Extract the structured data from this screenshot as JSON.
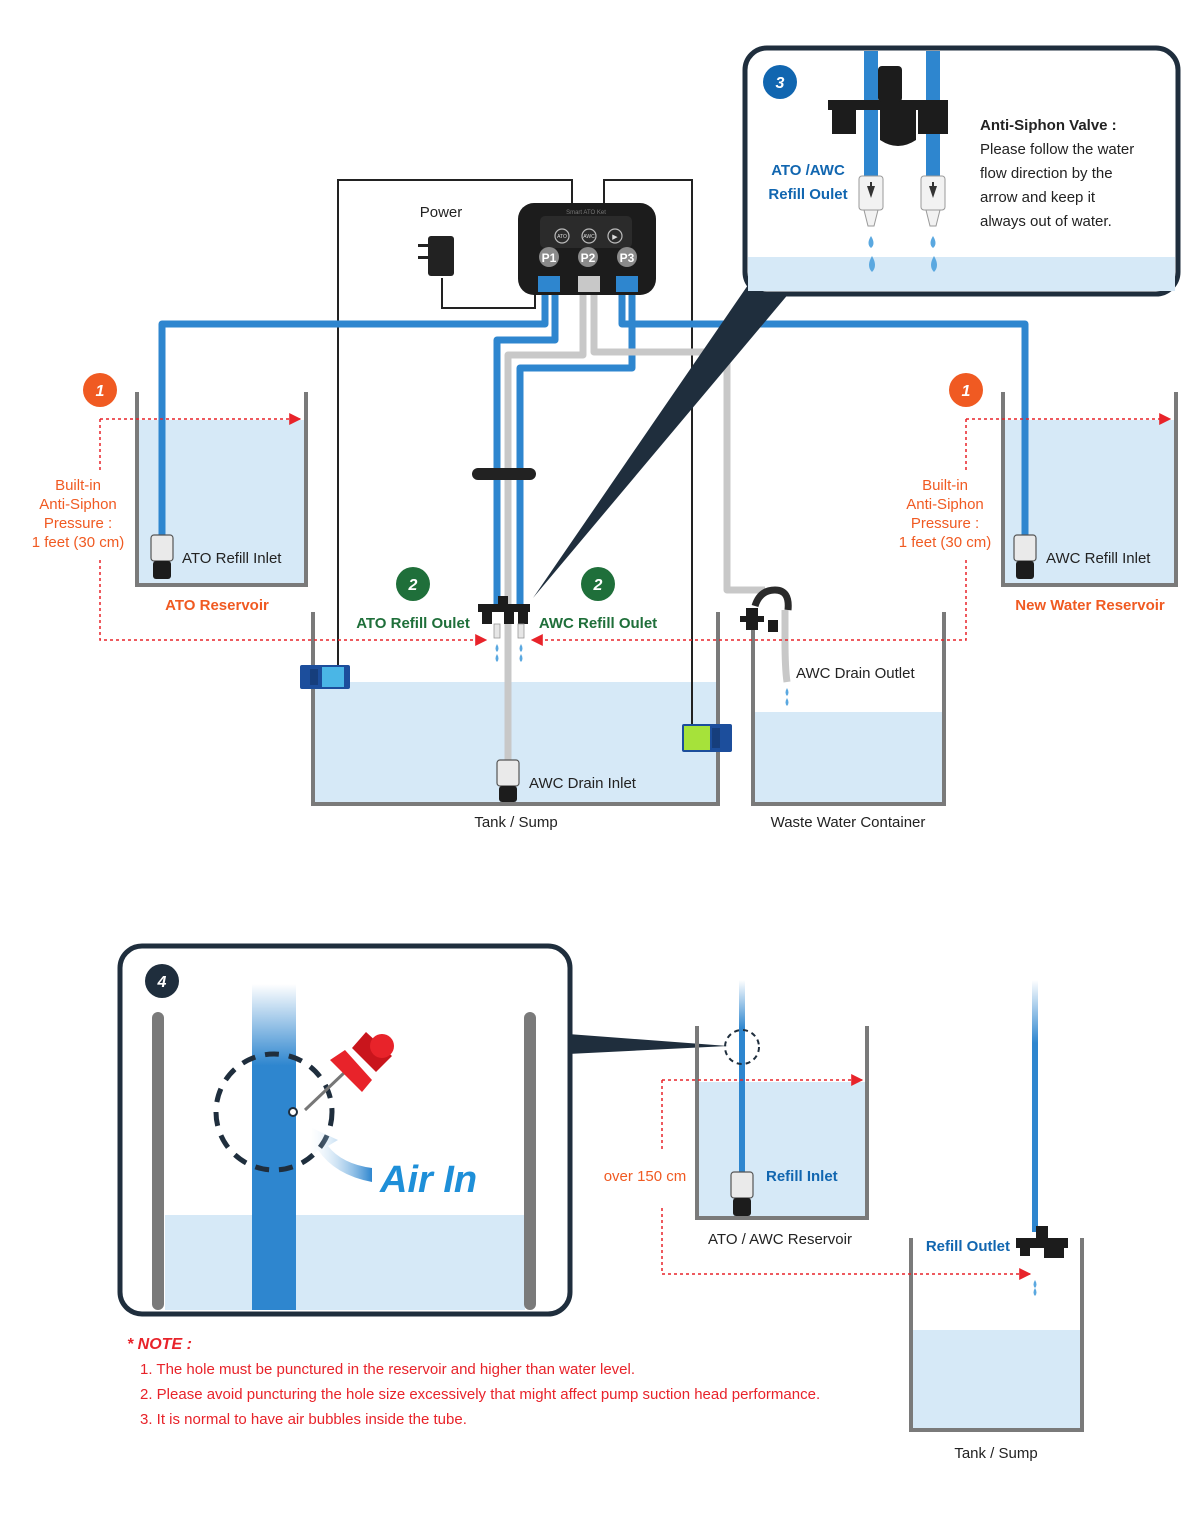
{
  "colors": {
    "water": "#d6e9f7",
    "tube_blue": "#2e86cf",
    "tube_grey": "#c8c8c8",
    "wall": "#7a7a7a",
    "orange": "#f05a22",
    "green": "#1f6f3a",
    "dark_blue": "#1166b0",
    "navy": "#1f2e3d",
    "red": "#e8232a",
    "text": "#222222"
  },
  "controller": {
    "top_text": "Smart ATO Ket",
    "mode_buttons": [
      "ATO",
      "AWC",
      "▶"
    ],
    "ports": [
      "P1",
      "P2",
      "P3"
    ]
  },
  "labels": {
    "power": "Power",
    "ato_refill_inlet": "ATO Refill Inlet",
    "ato_reservoir": "ATO Reservoir",
    "awc_refill_inlet": "AWC Refill Inlet",
    "new_water_reservoir": "New Water Reservoir",
    "ato_refill_outlet": "ATO Refill Oulet",
    "awc_refill_outlet": "AWC Refill Oulet",
    "awc_drain_outlet": "AWC Drain Outlet",
    "awc_drain_inlet": "AWC Drain Inlet",
    "tank_sump": "Tank / Sump",
    "waste_container": "Waste Water Container"
  },
  "badges": {
    "one": "1",
    "two": "2",
    "three": "3",
    "four": "4"
  },
  "pressure_note": {
    "line1": "Built-in",
    "line2": "Anti-Siphon",
    "line3": "Pressure :",
    "line4": "1 feet (30 cm)"
  },
  "callout3": {
    "outlet_line1": "ATO /AWC",
    "outlet_line2": "Refill Oulet",
    "title": "Anti-Siphon Valve :",
    "body": [
      "Please follow the water",
      "flow direction by the",
      "arrow and keep it",
      "always out of water."
    ]
  },
  "callout4": {
    "air_in": "Air In"
  },
  "lower": {
    "over_height": "over 150 cm",
    "refill_inlet": "Refill Inlet",
    "reservoir": "ATO / AWC Reservoir",
    "refill_outlet": "Refill Outlet",
    "tank_sump": "Tank / Sump"
  },
  "note": {
    "title": "* NOTE :",
    "items": [
      "1. The hole must be punctured in the reservoir and higher than water level.",
      "2. Please avoid puncturing the hole size excessively that might affect pump suction head performance.",
      "3. It is normal to have air bubbles inside the tube."
    ]
  }
}
